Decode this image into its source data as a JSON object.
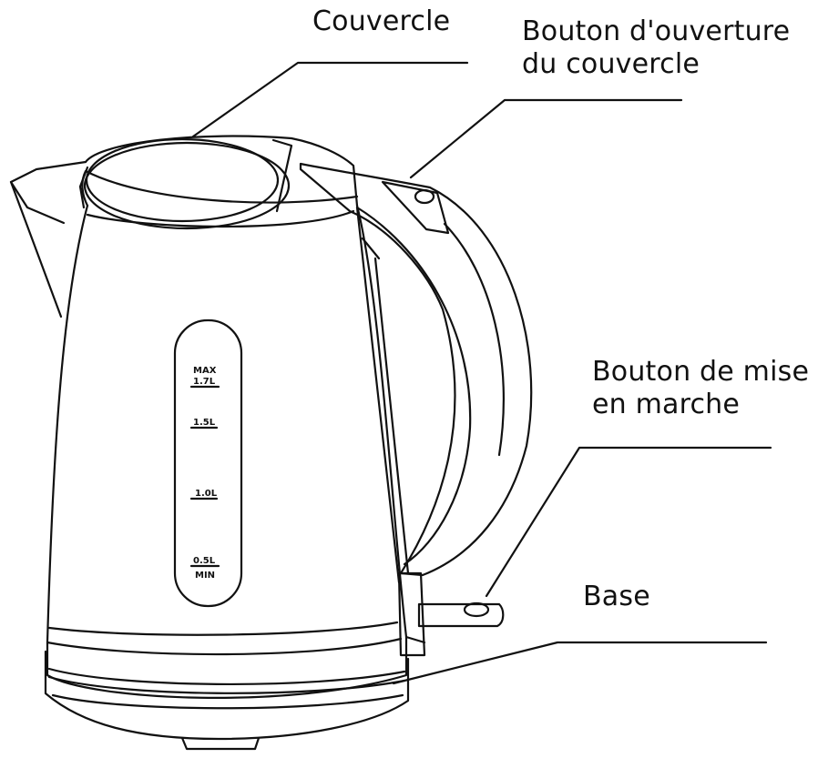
{
  "labels": {
    "lid": "Couvercle",
    "lid_button": [
      "Bouton d'ouverture",
      "du couvercle"
    ],
    "power_button": [
      "Bouton de mise",
      "en marche"
    ],
    "base": "Base"
  },
  "gauge": {
    "max_label": "MAX",
    "max_value": "1.7L",
    "mark_1": "1.5L",
    "mark_2": "1.0L",
    "min_value": "0.5L",
    "min_label": "MIN"
  },
  "colors": {
    "line": "#111111",
    "background": "#ffffff"
  },
  "icons": {
    "kettle": "kettle-line-drawing"
  }
}
